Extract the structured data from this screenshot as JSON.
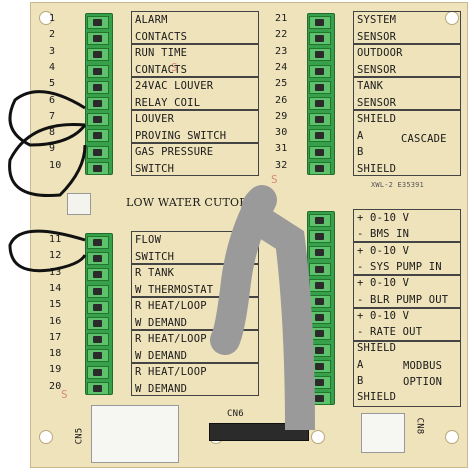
{
  "left_top": {
    "numbers": [
      "1",
      "2",
      "3",
      "4",
      "5",
      "6",
      "7",
      "8",
      "9",
      "10"
    ],
    "labels": [
      "ALARM",
      "CONTACTS",
      "RUN TIME",
      "CONTACTS",
      "24VAC LOUVER",
      "RELAY COIL",
      "LOUVER",
      "PROVING SWITCH",
      "GAS PRESSURE",
      "SWITCH"
    ]
  },
  "low_water": "LOW WATER CUTOFF",
  "left_bottom": {
    "numbers": [
      "11",
      "12",
      "13",
      "14",
      "15",
      "16",
      "17",
      "18",
      "19",
      "20"
    ],
    "labels": [
      "FLOW",
      "SWITCH",
      "R  TANK",
      "W  THERMOSTAT",
      "R  HEAT/LOOP",
      "W  DEMAND",
      "R  HEAT/LOOP",
      "W  DEMAND",
      "R  HEAT/LOOP",
      "W  DEMAND"
    ]
  },
  "right_top": {
    "numbers": [
      "21",
      "22",
      "23",
      "24",
      "25",
      "26",
      "29",
      "30",
      "31",
      "32"
    ],
    "labels": [
      "SYSTEM",
      "SENSOR",
      "OUTDOOR",
      "SENSOR",
      "TANK",
      "SENSOR",
      "SHIELD",
      "A",
      "B",
      "SHIELD"
    ],
    "cascade": "CASCADE"
  },
  "right_bottom": {
    "labels": [
      "+  0-10 V",
      "-  BMS IN",
      "+  0-10 V",
      "-  SYS PUMP IN",
      "+  0-10 V",
      "-  BLR PUMP OUT",
      "+  0-10 V",
      "-  RATE OUT",
      "SHIELD",
      "A",
      "B",
      "SHIELD"
    ],
    "modbus": "MODBUS",
    "option": "OPTION"
  },
  "connectors": {
    "cn5": "CN5",
    "cn6": "CN6",
    "cn8": "CN8"
  },
  "marks": {
    "cert": "XWL-2  E35391"
  }
}
